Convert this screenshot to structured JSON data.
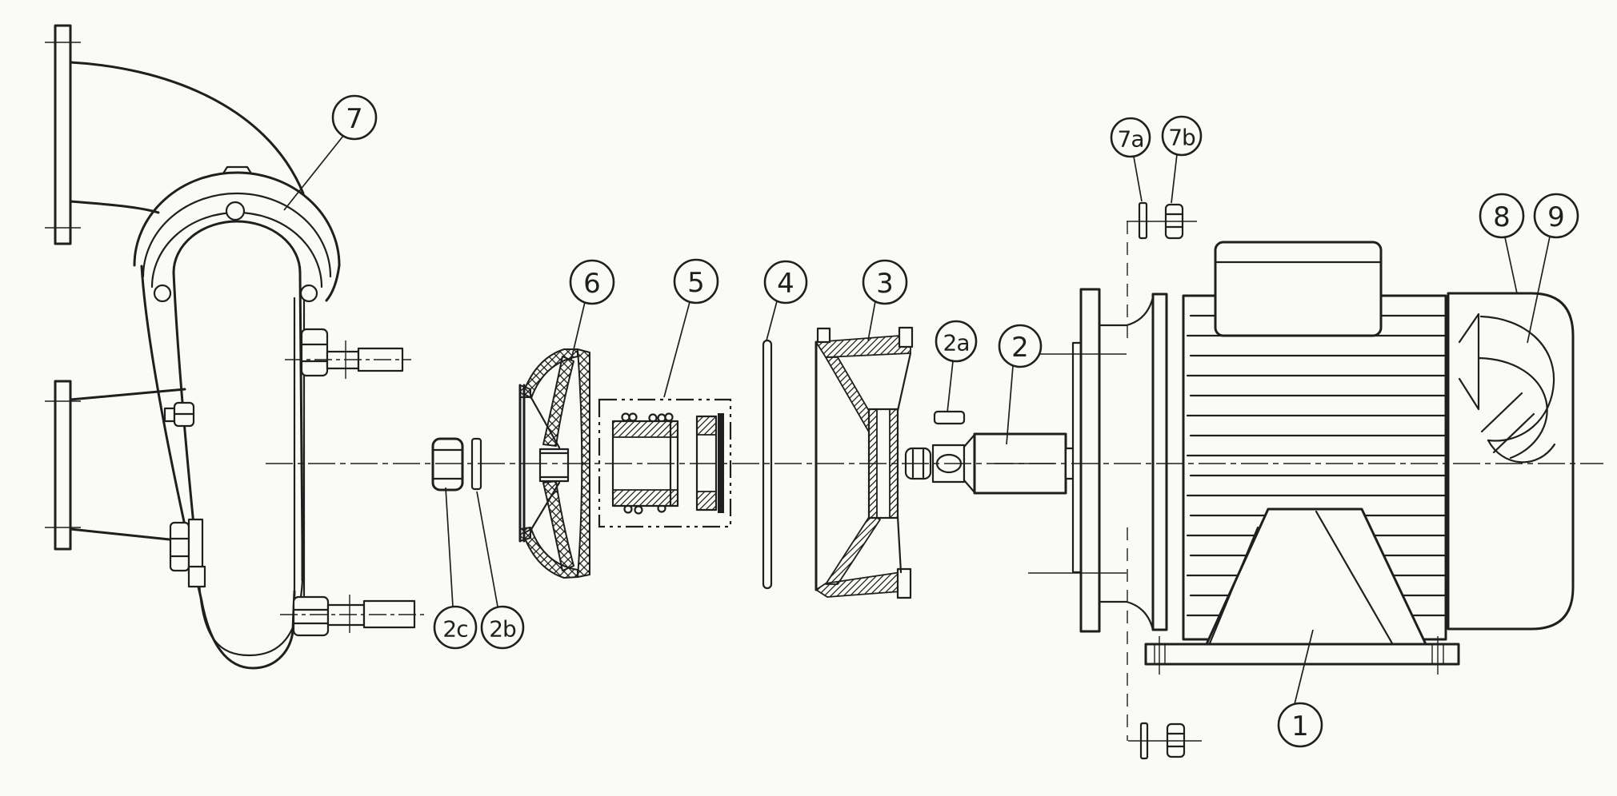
{
  "colors": {
    "line_color": "#1f1f1f",
    "paper_color": "#fafaf7"
  },
  "drawing": {
    "callouts": [
      {
        "label": "7"
      },
      {
        "label": "7a"
      },
      {
        "label": "7b"
      },
      {
        "label": "8"
      },
      {
        "label": "9"
      },
      {
        "label": "6"
      },
      {
        "label": "5"
      },
      {
        "label": "4"
      },
      {
        "label": "3"
      },
      {
        "label": "2a"
      },
      {
        "label": "2"
      },
      {
        "label": "2c"
      },
      {
        "label": "2b"
      },
      {
        "label": "1"
      }
    ]
  }
}
